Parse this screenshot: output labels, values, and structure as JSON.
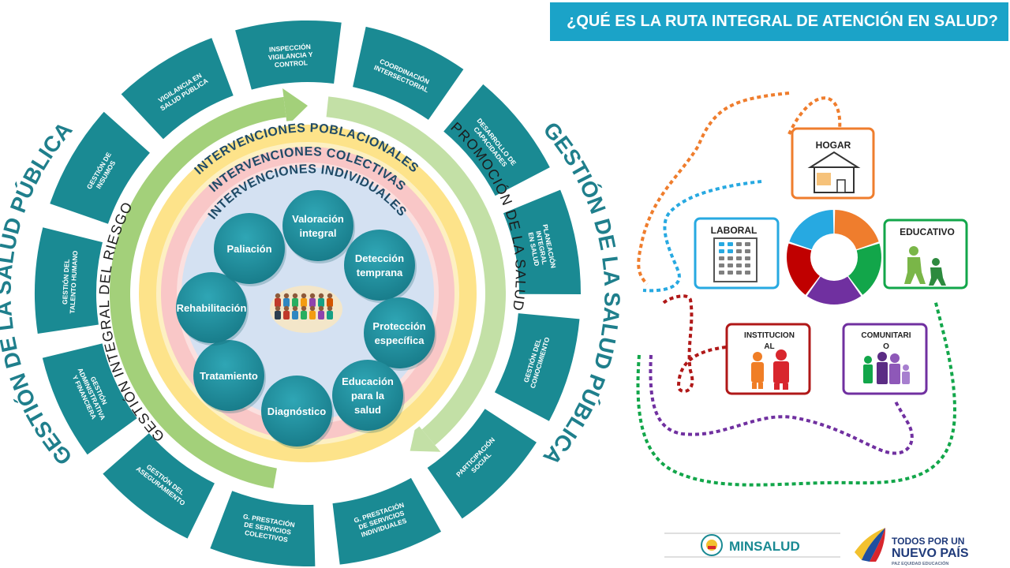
{
  "title": "¿QUÉ ES LA RUTA INTEGRAL DE ATENCIÓN EN SALUD?",
  "outer_label": "GESTIÓN DE LA SALUD PÚBLICA",
  "arc_left": "GESTIÓN INTEGRAL DEL RIESGO",
  "arc_right": "PROMOCIÓN DE LA SALUD",
  "rings": {
    "poblacionales": "INTERVENCIONES POBLACIONALES",
    "colectivas": "INTERVENCIONES COLECTIVAS",
    "individuales": "INTERVENCIONES INDIVIDUALES"
  },
  "segments": [
    {
      "lines": [
        "INSPECCIÓN",
        "VIGILANCIA Y",
        "CONTROL"
      ]
    },
    {
      "lines": [
        "COORDINACIÓN",
        "INTERSECTORIAL"
      ]
    },
    {
      "lines": [
        "DESARROLLO DE",
        "CAPACIDADES"
      ]
    },
    {
      "lines": [
        "PLANEACIÓN",
        "INTEGRAL",
        "EN SALUD"
      ]
    },
    {
      "lines": [
        "GESTIÓN DEL",
        "CONOCIMIENTO"
      ]
    },
    {
      "lines": [
        "PARTICIPACIÓN",
        "SOCIAL"
      ]
    },
    {
      "lines": [
        "G. PRESTACIÓN",
        "DE SERVICIOS",
        "INDIVIDUALES"
      ]
    },
    {
      "lines": [
        "G. PRESTACIÓN",
        "DE SERVICIOS",
        "COLECTIVOS"
      ]
    },
    {
      "lines": [
        "GESTIÓN DEL",
        "ASEGURAMIENTO"
      ]
    },
    {
      "lines": [
        "GESTIÓN",
        "ADMINISTRATIVA",
        "Y FINANCIERA"
      ]
    },
    {
      "lines": [
        "GESTIÓN DEL",
        "TALENTO HUMANO"
      ]
    },
    {
      "lines": [
        "GESTIÓN DE",
        "INSUMOS"
      ]
    },
    {
      "lines": [
        "VIGILANCIA EN",
        "SALUD PÚBLICA"
      ]
    }
  ],
  "interventions": [
    {
      "lines": [
        "Valoración",
        "integral"
      ]
    },
    {
      "lines": [
        "Detección",
        "temprana"
      ]
    },
    {
      "lines": [
        "Protección",
        "específica"
      ]
    },
    {
      "lines": [
        "Educación",
        "para la",
        "salud"
      ]
    },
    {
      "lines": [
        "Diagnóstico"
      ]
    },
    {
      "lines": [
        "Tratamiento"
      ]
    },
    {
      "lines": [
        "Rehabilitación"
      ]
    },
    {
      "lines": [
        "Paliación"
      ]
    }
  ],
  "environments": {
    "hogar": "HOGAR",
    "laboral": "LABORAL",
    "educativo": "EDUCATIVO",
    "institucional": [
      "INSTITUCION",
      "AL"
    ],
    "comunitario": [
      "COMUNITARI",
      "O"
    ]
  },
  "donut_colors": [
    "#ef7d2d",
    "#12a64a",
    "#7030a0",
    "#c00000",
    "#27a9e1"
  ],
  "logos": {
    "minsalud": "MINSALUD",
    "slogan_1": "TODOS POR UN",
    "slogan_2": "NUEVO PAÍS",
    "slogan_3": "PAZ   EQUIDAD   EDUCACIÓN"
  },
  "colors": {
    "title_bar": "#1ba3c8",
    "segment_teal": "#1a8a93",
    "arc_green": "#a3d07a",
    "ring_yellow": "#fde38a",
    "ring_pink": "#f9c7c7",
    "center_blue": "#d4e1f2",
    "circle_teal": "#1f8fa0"
  }
}
